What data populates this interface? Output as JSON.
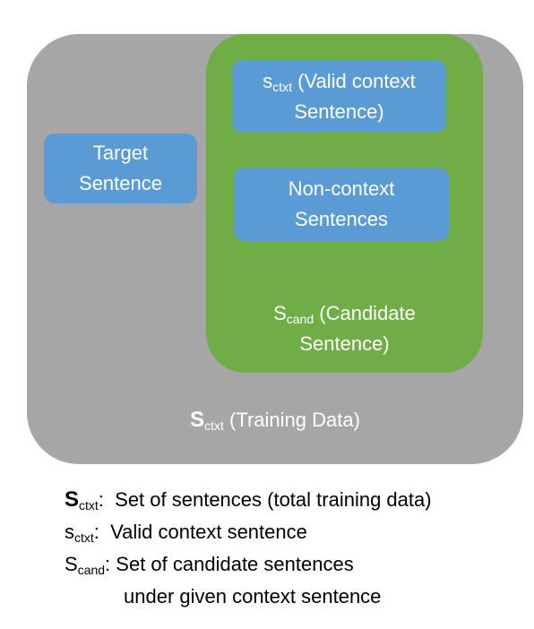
{
  "diagram": {
    "training_box": {
      "symbol": "S",
      "subscript": "ctxt",
      "label": "(Training Data)"
    },
    "candidate_box": {
      "symbol": "S",
      "subscript": "cand",
      "label_line1": "(Candidate",
      "label_line2": "Sentence)"
    },
    "target_box": {
      "line1": "Target",
      "line2": "Sentence"
    },
    "valid_context_box": {
      "symbol": "s",
      "subscript": "ctxt",
      "line1_rest": "(Valid context",
      "line2": "Sentence)"
    },
    "noncontext_box": {
      "line1": "Non-context",
      "line2": "Sentences"
    },
    "colors": {
      "outer": "#a6a6a6",
      "candidate": "#70ad47",
      "inner_box": "#5b9bd5",
      "inner_text": "#ffffff"
    }
  },
  "legend": [
    {
      "symbol": "S",
      "subscript": "ctxt",
      "text": "Set of sentences (total training data)"
    },
    {
      "symbol": "s",
      "subscript": "ctxt",
      "text": "Valid context sentence"
    },
    {
      "symbol": "S",
      "subscript": "cand",
      "text": "Set of candidate sentences",
      "continuation": "under given context sentence"
    }
  ]
}
